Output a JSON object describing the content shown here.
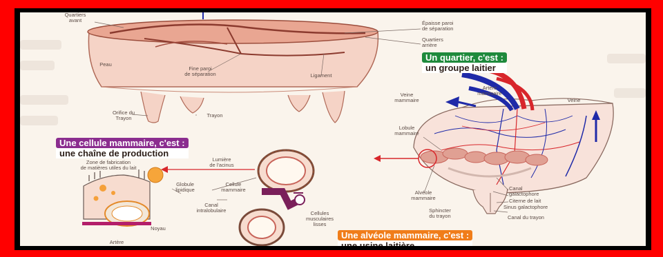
{
  "labels": {
    "quartiers_avant": "Quartiers\navant",
    "epaisse_paroi": "Épaisse paroi\nde séparation",
    "quartiers_arriere": "Quartiers\narrière",
    "peau": "Peau",
    "fine_paroi": "Fine paroi\nde séparation",
    "ligament": "Ligament",
    "orifice_trayon": "Orifice du\nTrayon",
    "trayon": "Trayon",
    "veine_mammaire": "Veine\nmammaire",
    "artere_mammaire": "Artère\nmammaire",
    "veine": "Veine",
    "lobule_mammaire": "Lobule\nmammaire",
    "zone_fabrication": "Zone  de fabrication\nde matières utiles du lait",
    "lumiere_acinus": "Lumière\nde l'acinus",
    "globule_lipidique": "Globule\nlipidique",
    "cellule_mammaire": "Cellule\nmammaire",
    "canal_intralobulaire": "Canal\nintralobulaire",
    "noyau": "Noyau",
    "cellules_musculaires": "Cellules\nmusculaires\nlisses",
    "artere": "Artère",
    "alveole_mammaire": "Alvéole\nmammaire",
    "sphincter_trayon": "Sphincter\ndu trayon",
    "canal_galactophore": "Canal\ngalactophore",
    "citerne_lait": "Citerne de lait",
    "sinus_galactophore": "Sinus galactophore",
    "canal_trayon": "Canal du trayon"
  },
  "banners": {
    "quartier": {
      "title": "Un quartier, c'est :",
      "subtitle": "un groupe laitier",
      "color": "#1e8a3c"
    },
    "cellule": {
      "title": "Une cellule mammaire, c'est :",
      "subtitle": "une chaîne de production",
      "color": "#8b2d8f"
    },
    "alveole": {
      "title": "Une alvéole mammaire, c'est :",
      "subtitle": "une usine laitière",
      "color": "#f07d1a"
    }
  },
  "colors": {
    "border": "#ff0000",
    "artery": "#d8262b",
    "vein": "#1f2aa8",
    "tissue": "#f2c6b8",
    "cells": "#c8645a"
  }
}
